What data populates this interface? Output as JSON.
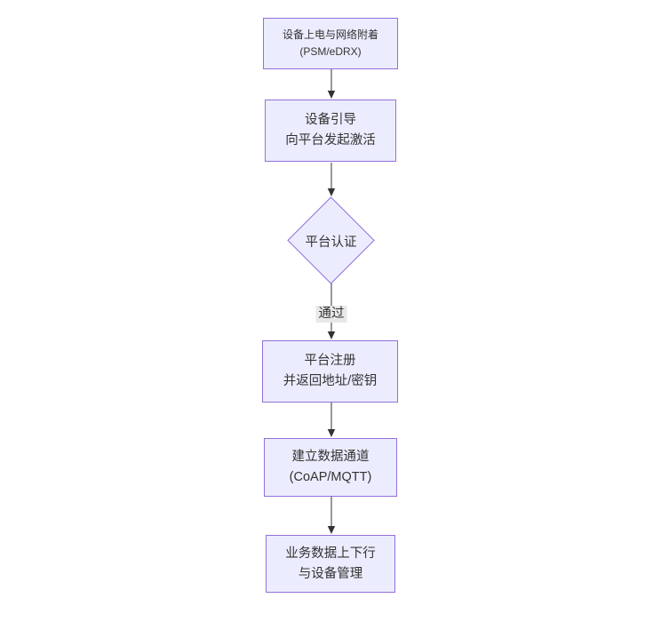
{
  "diagram": {
    "type": "flowchart",
    "direction": "top-down",
    "colors": {
      "node_fill": "#ECECFF",
      "node_border": "#9370DB",
      "edge_line": "#333333",
      "arrowhead": "#333333",
      "text": "#333333",
      "edge_label_bg": "#e8e8e8",
      "background": "#ffffff"
    },
    "nodes": [
      {
        "id": "power-attach",
        "shape": "rect",
        "lines": [
          "设备上电与网络附着",
          "(PSM/eDRX)"
        ]
      },
      {
        "id": "bootstrap",
        "shape": "rect",
        "lines": [
          "设备引导",
          "向平台发起激活"
        ]
      },
      {
        "id": "auth",
        "shape": "diamond",
        "lines": [
          "平台认证"
        ]
      },
      {
        "id": "register",
        "shape": "rect",
        "lines": [
          "平台注册",
          "并返回地址/密钥"
        ]
      },
      {
        "id": "channel",
        "shape": "rect",
        "lines": [
          "建立数据通道",
          "(CoAP/MQTT)"
        ]
      },
      {
        "id": "business",
        "shape": "rect",
        "lines": [
          "业务数据上下行",
          "与设备管理"
        ]
      }
    ],
    "edges": [
      {
        "from": "power-attach",
        "to": "bootstrap",
        "label": ""
      },
      {
        "from": "bootstrap",
        "to": "auth",
        "label": ""
      },
      {
        "from": "auth",
        "to": "register",
        "label": "通过"
      },
      {
        "from": "register",
        "to": "channel",
        "label": ""
      },
      {
        "from": "channel",
        "to": "business",
        "label": ""
      }
    ]
  }
}
